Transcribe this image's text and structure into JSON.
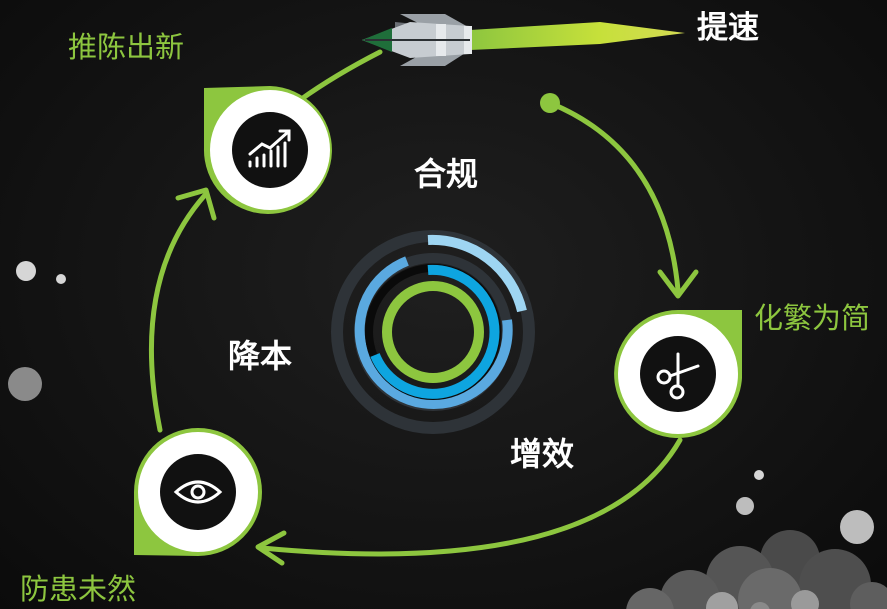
{
  "labels": {
    "top_left": "推陈出新",
    "top_right": "提速",
    "right": "化繁为简",
    "bottom_left": "防患未然",
    "center_top": "合规",
    "center_left": "降本",
    "center_bottom": "增效"
  },
  "colors": {
    "accent_green": "#8dc63f",
    "light_blue": "#9ed5f2",
    "mid_blue": "#5aa9e0",
    "cyan": "#0ea5e0",
    "dark_ring": "#2e3338",
    "background": "#141414"
  },
  "icons": {
    "top_left": "growth-chart-icon",
    "right": "scissors-icon",
    "bottom_left": "eye-icon",
    "top": "rocket-icon"
  }
}
